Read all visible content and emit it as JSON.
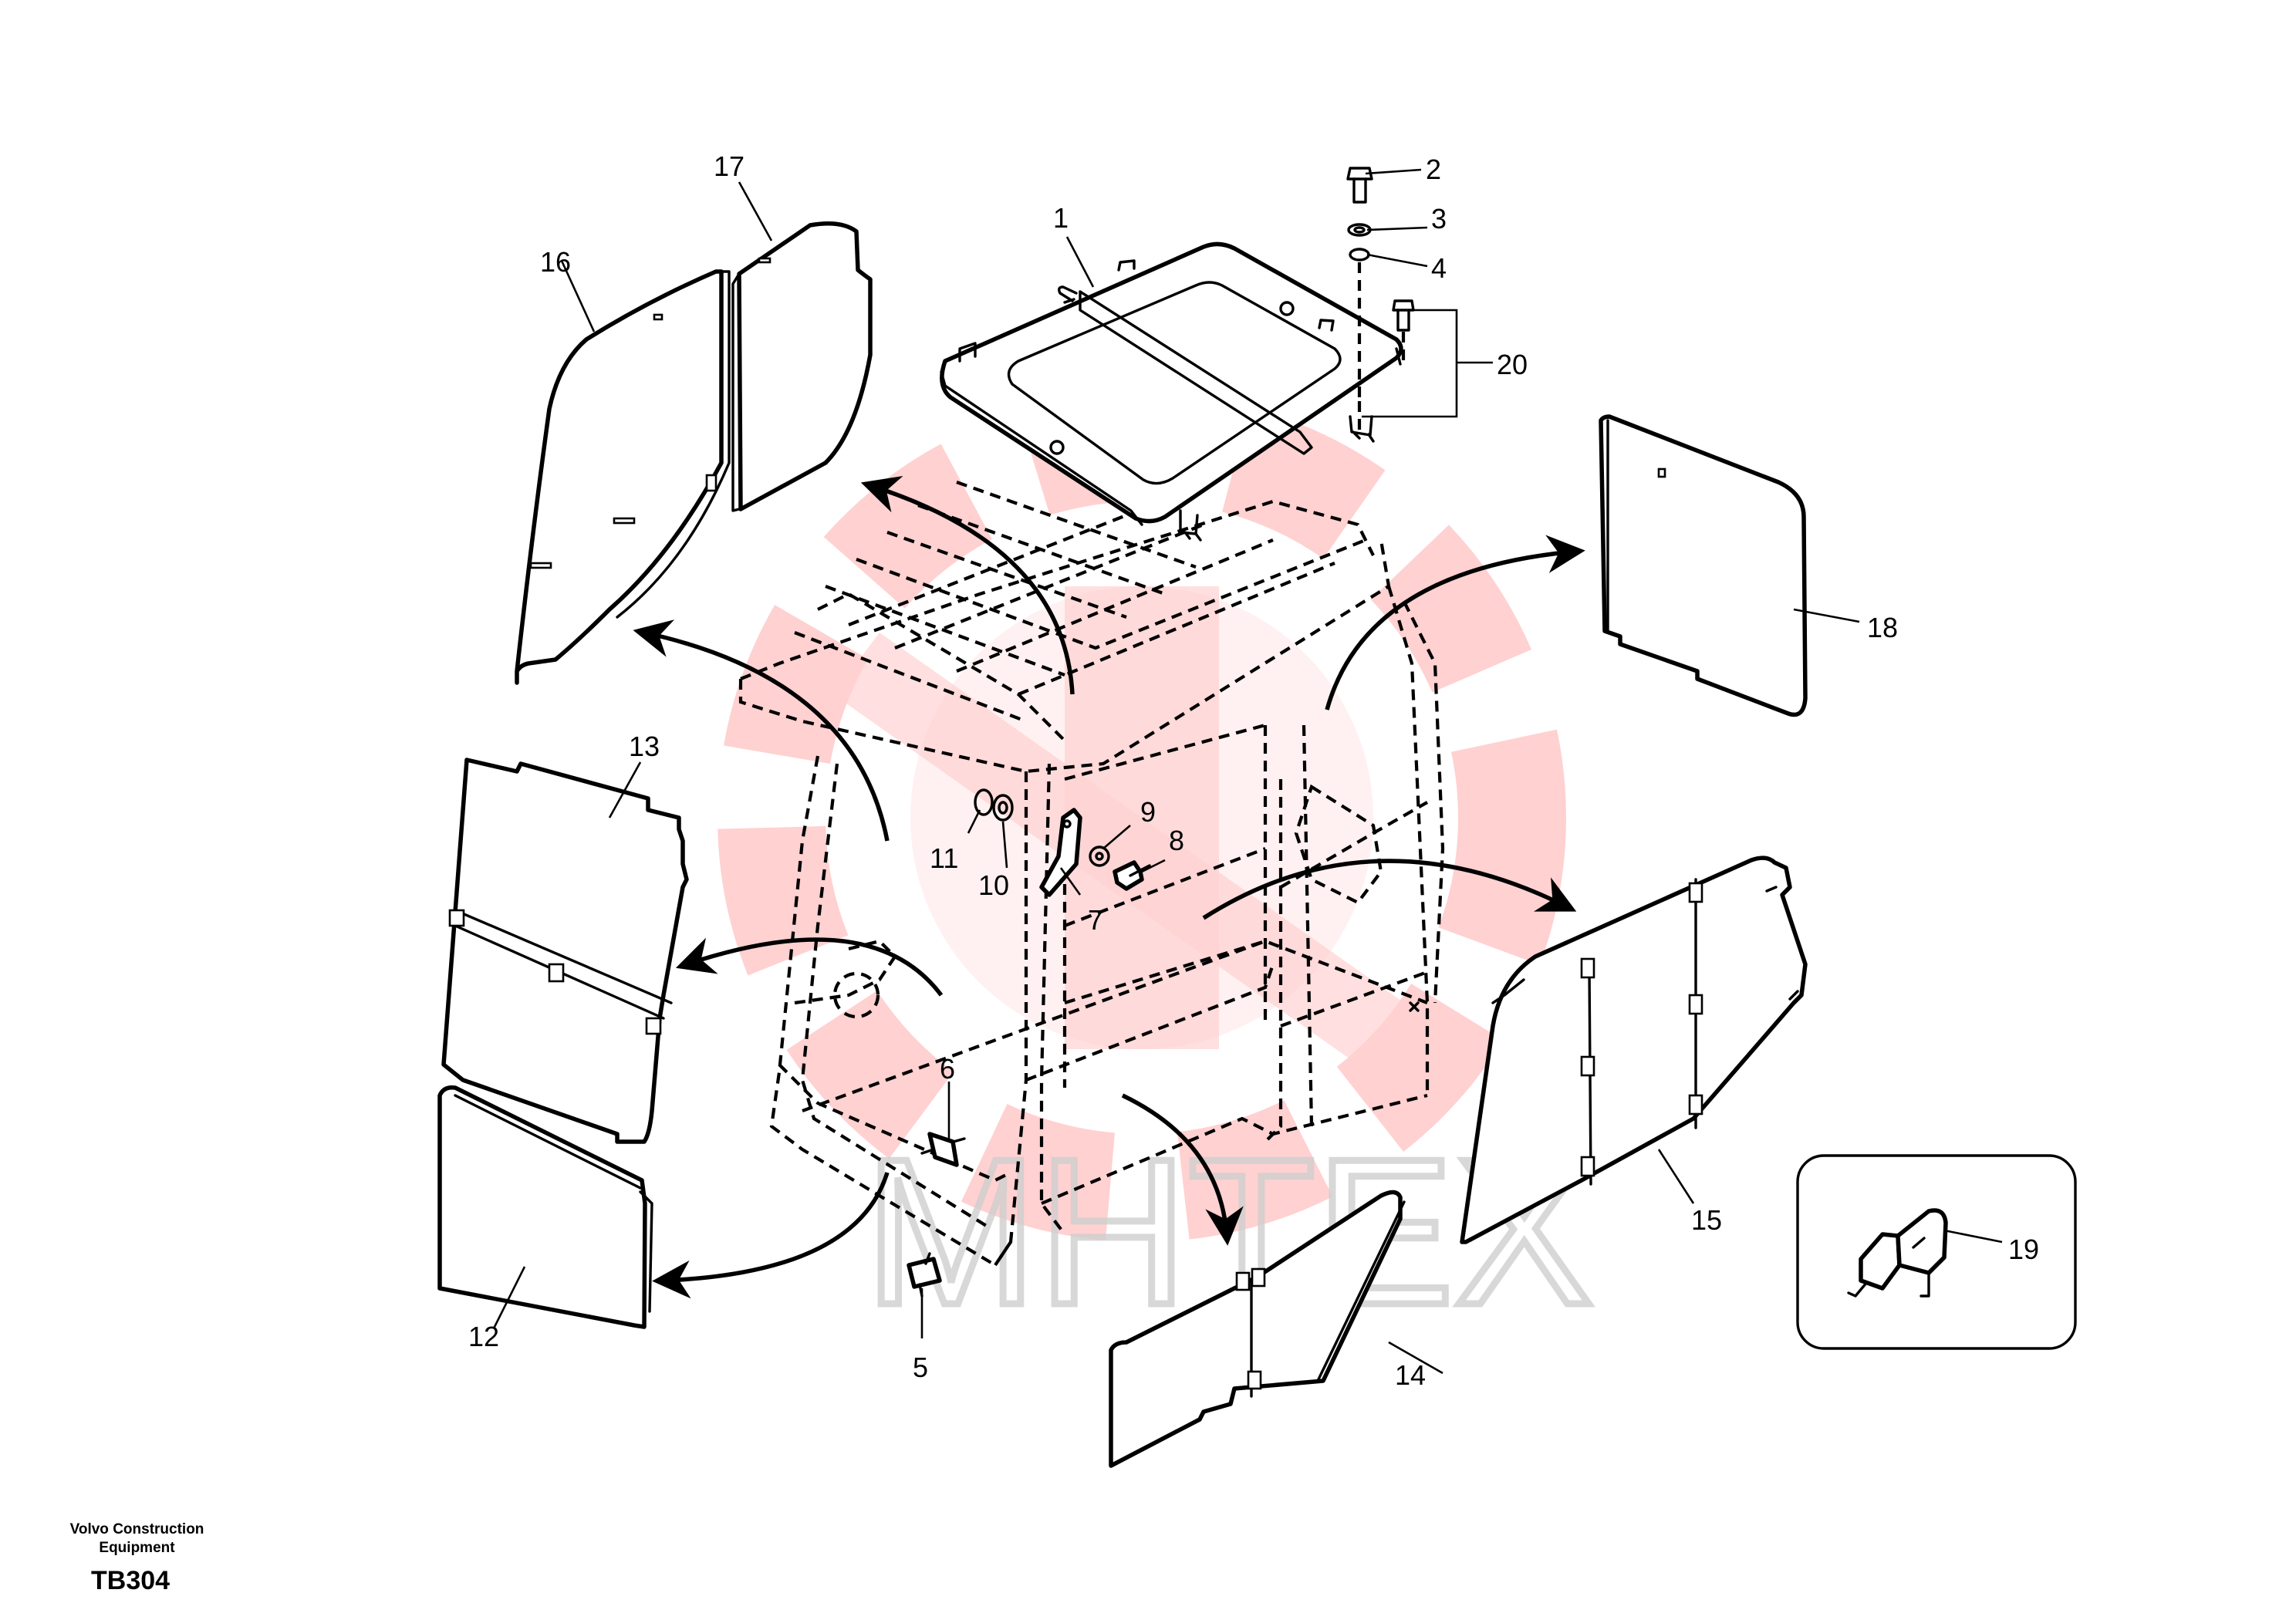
{
  "diagram": {
    "callouts": {
      "c1": "1",
      "c2": "2",
      "c3": "3",
      "c4": "4",
      "c5": "5",
      "c6": "6",
      "c7": "7",
      "c8": "8",
      "c9": "9",
      "c10": "10",
      "c11": "11",
      "c12": "12",
      "c13": "13",
      "c14": "14",
      "c15": "15",
      "c16": "16",
      "c17": "17",
      "c18": "18",
      "c19": "19",
      "c20": "20"
    },
    "watermark_text": "MHTEX",
    "watermark_color": "#ff9a9a",
    "line_color": "#000000"
  },
  "footer": {
    "credit_line1": "Volvo Construction",
    "credit_line2": "Equipment",
    "drawing_code": "TB304"
  }
}
